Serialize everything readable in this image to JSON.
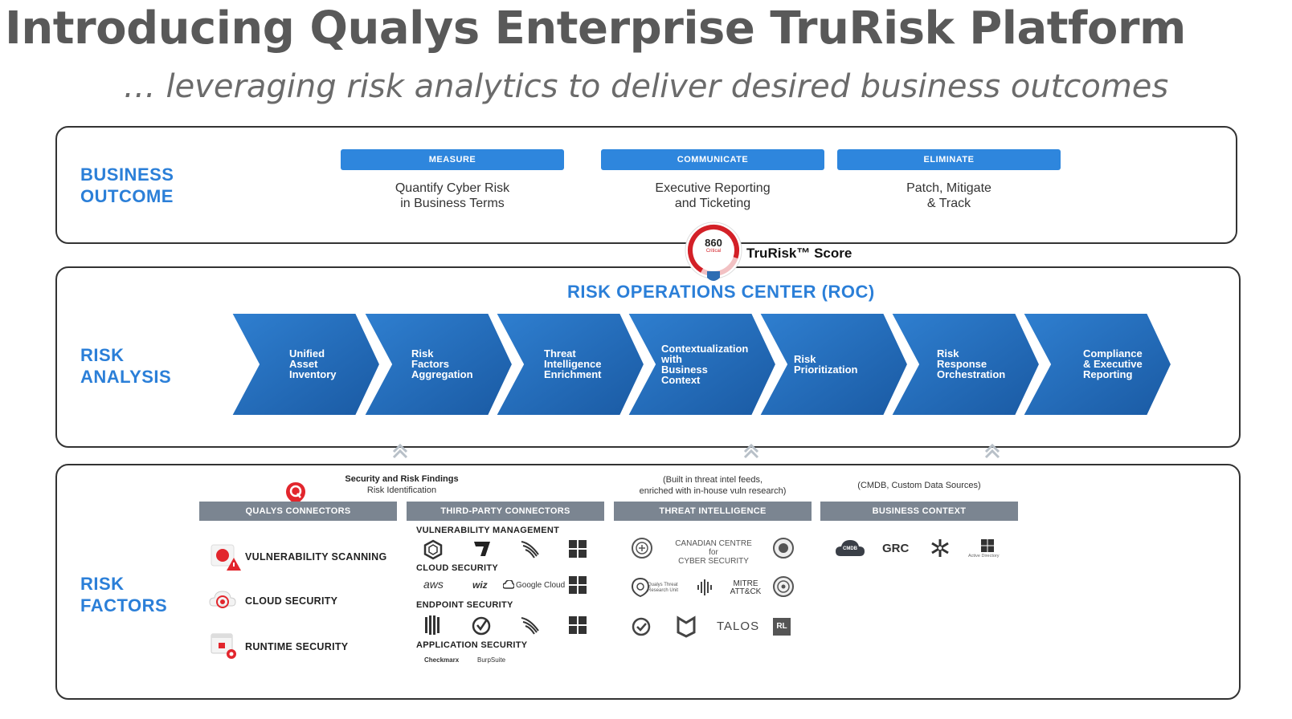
{
  "header": {
    "title": "Introducing Qualys Enterprise TruRisk Platform",
    "subtitle": "… leveraging risk analytics to deliver desired business outcomes"
  },
  "business_outcome": {
    "label": "BUSINESS\nOUTCOME",
    "columns": [
      {
        "pill": "MEASURE",
        "desc": "Quantify Cyber Risk\nin Business Terms"
      },
      {
        "pill": "COMMUNICATE",
        "desc": "Executive Reporting\nand Ticketing"
      },
      {
        "pill": "ELIMINATE",
        "desc": "Patch, Mitigate\n& Track"
      }
    ]
  },
  "score": {
    "value": "860",
    "level": "Critical",
    "label": "TruRisk™ Score",
    "gauge_fraction": 0.86
  },
  "risk_analysis": {
    "label": "RISK\nANALYSIS",
    "roc_title": "RISK OPERATIONS CENTER (ROC)",
    "steps": [
      "Unified\nAsset\nInventory",
      "Risk\nFactors\nAggregation",
      "Threat\nIntelligence\nEnrichment",
      "Contextualization\nwith\nBusiness\nContext",
      "Risk\nPrioritization",
      "Risk\nResponse\nOrchestration",
      "Compliance\n& Executive\nReporting"
    ]
  },
  "risk_factors": {
    "label": "RISK\nFACTORS",
    "findings_title": "Security and Risk Findings",
    "findings_sub": "Risk Identification",
    "threat_note": "(Built in threat intel feeds,\nenriched with in-house vuln research)",
    "business_note": "(CMDB, Custom Data Sources)",
    "columns": {
      "qualys": "QUALYS CONNECTORS",
      "third_party": "THIRD-PARTY CONNECTORS",
      "threat_intel": "THREAT INTELLIGENCE",
      "business_context": "BUSINESS CONTEXT"
    },
    "qualys_items": [
      "VULNERABILITY SCANNING",
      "CLOUD SECURITY",
      "RUNTIME SECURITY"
    ],
    "third_party_categories": [
      "VULNERABILITY MANAGEMENT",
      "CLOUD SECURITY",
      "ENDPOINT SECURITY",
      "APPLICATION SECURITY"
    ],
    "third_party_logos": {
      "cloud": [
        "aws",
        "wiz",
        "Google Cloud"
      ],
      "appsec": [
        "Checkmarx",
        "BurpSuite"
      ]
    },
    "threat_logos": {
      "ccs": "CANADIAN CENTRE for\nCYBER SECURITY",
      "qtru": "Qualys Threat\nResearch Unit",
      "mitre": "MITRE\nATT&CK",
      "talos": "TALOS",
      "rl": "RL"
    },
    "business_logos": {
      "cmdb": "CMDB",
      "grc": "GRC",
      "ad": "Active Directory"
    }
  },
  "colors": {
    "accent": "#2b7fd8",
    "pill": "#2e86dd",
    "chevron": "#1f64b0",
    "gray_bar": "#7b8591",
    "critical": "#d32027"
  }
}
